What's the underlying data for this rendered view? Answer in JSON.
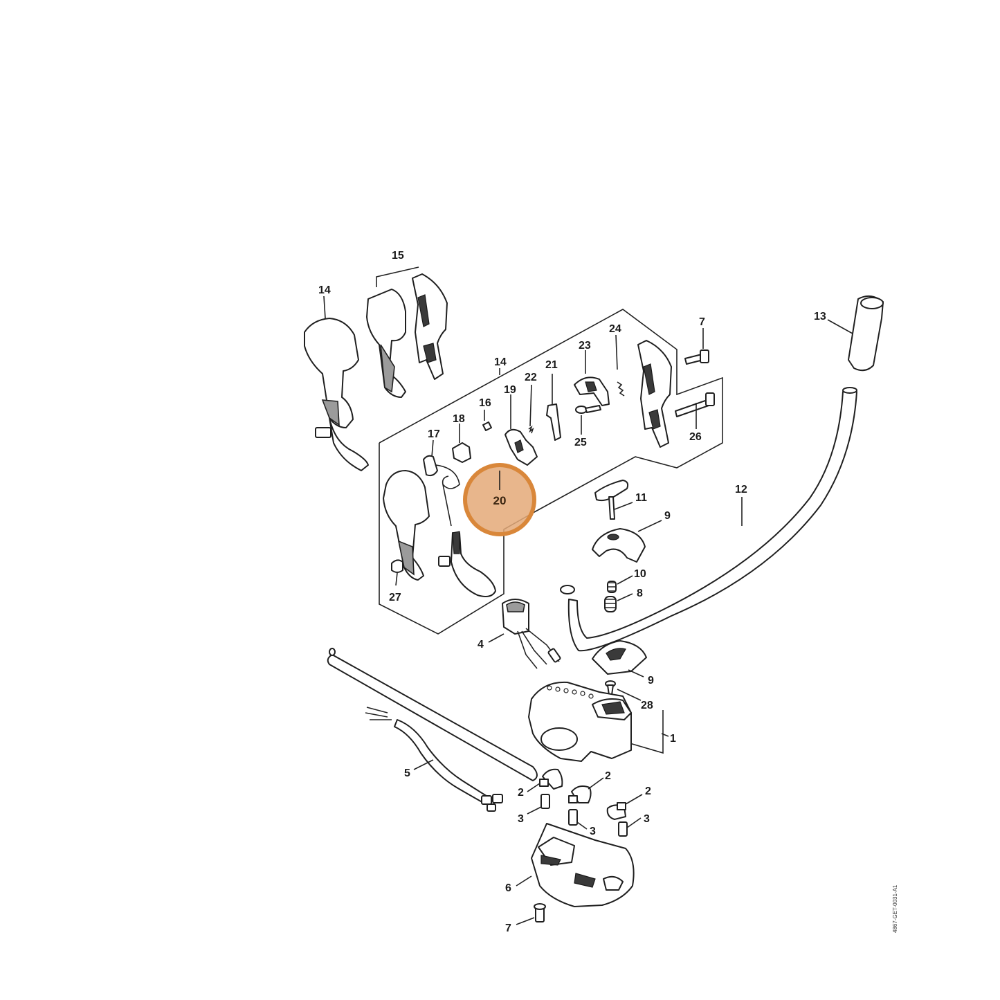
{
  "diagram": {
    "document_id": "4867-GET-0031-A1",
    "highlighted_callout": "20",
    "highlight_color": "#d9873a",
    "callouts": [
      "1",
      "2",
      "3",
      "4",
      "5",
      "6",
      "7",
      "8",
      "9",
      "10",
      "11",
      "12",
      "13",
      "14",
      "15",
      "16",
      "17",
      "18",
      "19",
      "20",
      "21",
      "22",
      "23",
      "24",
      "25",
      "26",
      "27",
      "28"
    ]
  }
}
